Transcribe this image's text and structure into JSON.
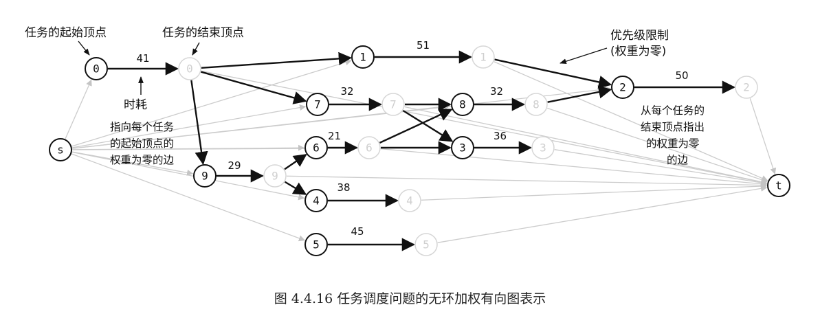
{
  "nodes": {
    "start": [
      {
        "id": "s0",
        "label": "0"
      },
      {
        "id": "s1",
        "label": "1"
      },
      {
        "id": "s2",
        "label": "2"
      },
      {
        "id": "s3",
        "label": "3"
      },
      {
        "id": "s4",
        "label": "4"
      },
      {
        "id": "s5",
        "label": "5"
      },
      {
        "id": "s6",
        "label": "6"
      },
      {
        "id": "s7",
        "label": "7"
      },
      {
        "id": "s8",
        "label": "8"
      },
      {
        "id": "s9",
        "label": "9"
      }
    ],
    "end": [
      {
        "id": "e0",
        "label": "0"
      },
      {
        "id": "e1",
        "label": "1"
      },
      {
        "id": "e2",
        "label": "2"
      },
      {
        "id": "e3",
        "label": "3"
      },
      {
        "id": "e4",
        "label": "4"
      },
      {
        "id": "e5",
        "label": "5"
      },
      {
        "id": "e6",
        "label": "6"
      },
      {
        "id": "e7",
        "label": "7"
      },
      {
        "id": "e8",
        "label": "8"
      },
      {
        "id": "e9",
        "label": "9"
      }
    ],
    "source": {
      "id": "s",
      "label": "s"
    },
    "sink": {
      "id": "t",
      "label": "t"
    }
  },
  "job_edges": [
    {
      "from": "s0",
      "to": "e0",
      "weight": "41"
    },
    {
      "from": "s1",
      "to": "e1",
      "weight": "51"
    },
    {
      "from": "s2",
      "to": "e2",
      "weight": "50"
    },
    {
      "from": "s3",
      "to": "e3",
      "weight": "36"
    },
    {
      "from": "s4",
      "to": "e4",
      "weight": "38"
    },
    {
      "from": "s5",
      "to": "e5",
      "weight": "45"
    },
    {
      "from": "s6",
      "to": "e6",
      "weight": "21"
    },
    {
      "from": "s7",
      "to": "e7",
      "weight": "32"
    },
    {
      "from": "s8",
      "to": "e8",
      "weight": "32"
    },
    {
      "from": "s9",
      "to": "e9",
      "weight": "29"
    }
  ],
  "precedence_edges": [
    {
      "from": "e0",
      "to": "s1"
    },
    {
      "from": "e0",
      "to": "s7"
    },
    {
      "from": "e0",
      "to": "s9"
    },
    {
      "from": "e1",
      "to": "s2"
    },
    {
      "from": "e7",
      "to": "s8"
    },
    {
      "from": "e7",
      "to": "s3"
    },
    {
      "from": "e6",
      "to": "s8"
    },
    {
      "from": "e6",
      "to": "s3"
    },
    {
      "from": "e8",
      "to": "s2"
    },
    {
      "from": "e9",
      "to": "s6"
    },
    {
      "from": "e9",
      "to": "s4"
    }
  ],
  "source_edges": [
    "s0",
    "s1",
    "s2",
    "s3",
    "s4",
    "s5",
    "s6",
    "s7",
    "s8",
    "s9"
  ],
  "sink_edges": [
    "e0",
    "e1",
    "e2",
    "e3",
    "e4",
    "e5",
    "e6",
    "e7",
    "e8",
    "e9"
  ],
  "annotations": {
    "job_start_vertex": "任务的起始顶点",
    "job_end_vertex": "任务的结束顶点",
    "precedence_line1": "优先级限制",
    "precedence_line2": "(权重为零)",
    "duration": "时耗",
    "source_note": [
      "指向每个任务",
      "的起始顶点的",
      "权重为零的边"
    ],
    "sink_note": [
      "从每个任务的",
      "结束顶点指出",
      "的权重为零",
      "的边"
    ]
  },
  "caption": "图 4.4.16    任务调度问题的无环加权有向图表示"
}
